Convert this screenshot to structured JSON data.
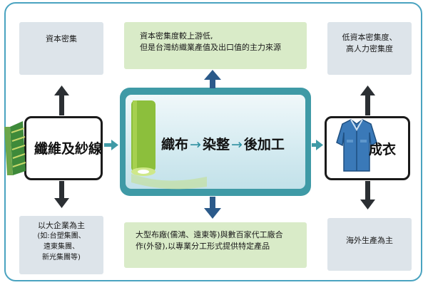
{
  "boxes": {
    "top_left": "資本密集",
    "top_center": [
      "資本密集度較上游低,",
      "但是台灣紡織業產值及出口值的主力來源"
    ],
    "top_right": [
      "低資本密集度、",
      "高人力密集度"
    ],
    "bottom_left": [
      "以大企業為主",
      "(如:台塑集團、",
      "遠東集團、",
      "新光集團等)"
    ],
    "bottom_center": [
      "大型布廠(儒鴻、遠東等)與數百家代工廠合",
      "作(外發),以專業分工形式提供特定產品"
    ],
    "bottom_right": "海外生產為主"
  },
  "stages": {
    "left": "纖維及紗線",
    "center": [
      "織布",
      "染整",
      "後加工"
    ],
    "right": "成衣"
  },
  "colors": {
    "frame": "#4aa3c0",
    "arrow": "#2b2f33",
    "center_accent": "#3f9aa6"
  }
}
